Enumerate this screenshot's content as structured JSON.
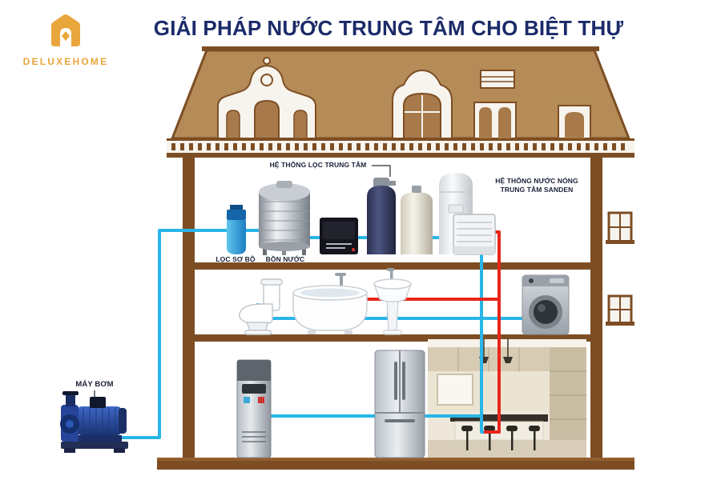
{
  "colors": {
    "title_navy": "#1b2a68",
    "brand_gold": "#e9a63c",
    "wall_brown": "#7d4e24",
    "roof_tan": "#b58c58",
    "pipe_cold_blue": "#29b5e8",
    "pipe_hot_red": "#e8261c",
    "label_text": "#1a2136",
    "background": "#ffffff"
  },
  "header": {
    "brand": "DELUXEHOME",
    "title": "GIẢI PHÁP NƯỚC TRUNG TÂM CHO BIỆT THỰ"
  },
  "labels": {
    "central_filter_system": "HỆ THỐNG LỌC TRUNG TÂM",
    "hot_water_line1": "HỆ THỐNG NƯỚC NÓNG",
    "hot_water_line2": "TRUNG TÂM SANDEN",
    "pre_filter": "LỌC SƠ BỘ",
    "water_tank": "BỒN NƯỚC",
    "pump": "MÁY BƠM"
  },
  "diagram": {
    "type": "villa-central-water-system-cutaway",
    "pipe_legend": {
      "cold_water_color": "#29b5e8",
      "hot_water_color": "#e8261c"
    },
    "floors": [
      {
        "name": "top-floor",
        "equipment": [
          "pre-filter",
          "stainless-water-tank",
          "control-display",
          "central-filter-tanks",
          "sanden-heat-pump-water-heater"
        ]
      },
      {
        "name": "middle-floor",
        "equipment": [
          "toilet",
          "bathtub",
          "pedestal-sink",
          "washing-machine"
        ]
      },
      {
        "name": "ground-floor",
        "equipment": [
          "water-dispenser",
          "refrigerator",
          "kitchen-island"
        ]
      },
      {
        "name": "exterior",
        "equipment": [
          "water-pump"
        ]
      }
    ]
  }
}
